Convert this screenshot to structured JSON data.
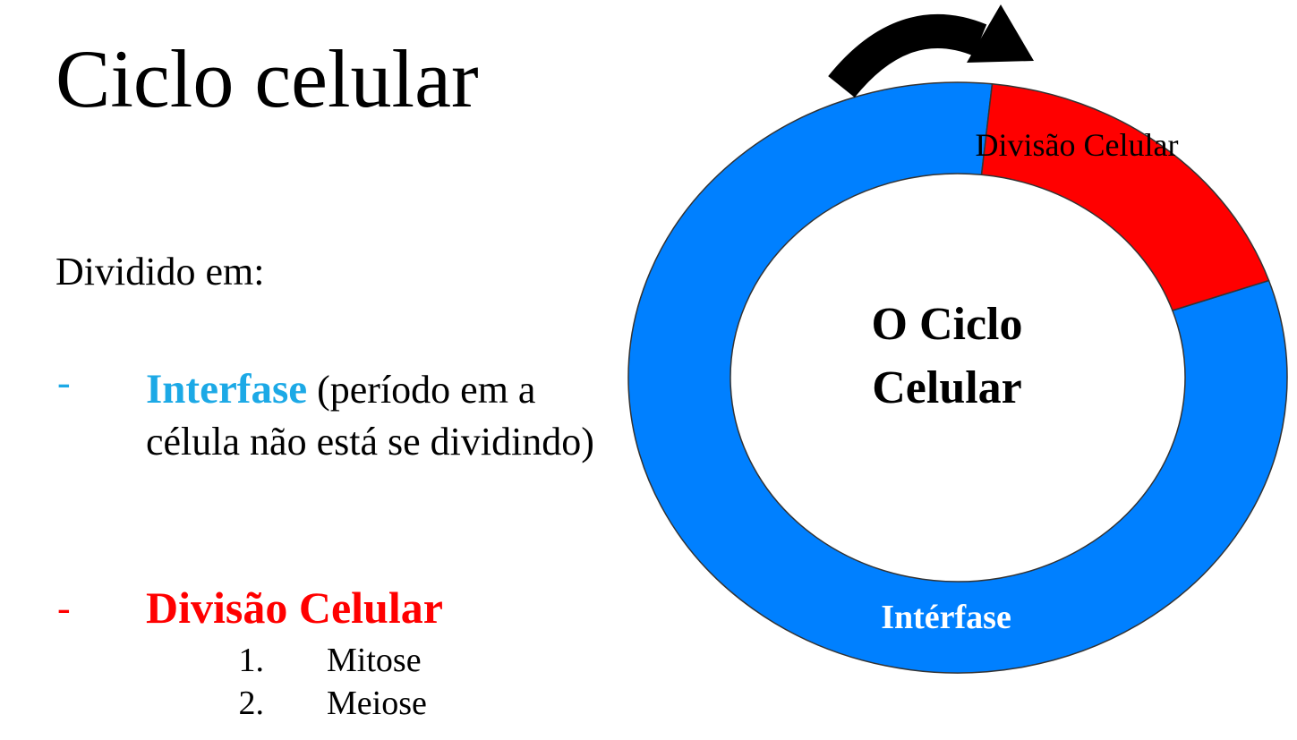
{
  "slide": {
    "title": "Ciclo celular",
    "intro": "Dividido em:",
    "items": [
      {
        "bullet": "-",
        "highlight": "Interfase",
        "rest": " (período em a célula não está se dividindo)",
        "color": "#1ca9e6"
      },
      {
        "bullet": "-",
        "highlight": "Divisão Celular",
        "color": "#ff0000",
        "subitems": [
          {
            "number": "1.",
            "text": "Mitose"
          },
          {
            "number": "2.",
            "text": "Meiose"
          }
        ]
      }
    ]
  },
  "cycle_diagram": {
    "center_label_line1": "O Ciclo",
    "center_label_line2": "Celular",
    "segments": [
      {
        "label": "Intérfase",
        "color": "#0080ff",
        "fraction": 0.82
      },
      {
        "label": "Divisão Celular",
        "color": "#ff0000",
        "fraction": 0.18
      }
    ],
    "arrow_icon": "curved-arrow-clockwise"
  }
}
